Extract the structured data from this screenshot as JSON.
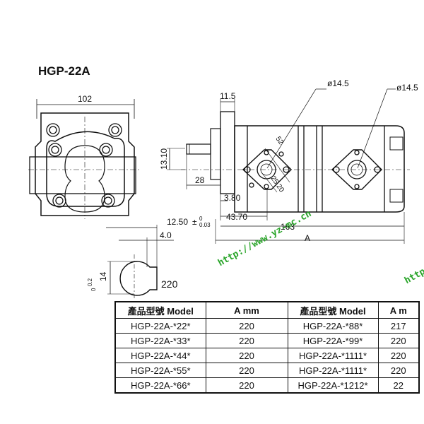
{
  "title": "HGP-22A",
  "dimensions": {
    "d102": "102",
    "d11_5": "11.5",
    "d13_10": "13.10",
    "d28": "28",
    "d3_80": "3.80",
    "d43_70": "43.70",
    "d163": "163",
    "dA": "A",
    "d12_50": "12.50",
    "d12_50_tol_upper": "0",
    "d12_50_tol_lower": "0.03",
    "d4_0": "4.0",
    "d14": "14",
    "d14_tol_upper": "0",
    "d14_tol_lower": "0.2",
    "dia_left": "ø14.5",
    "dia_right": "ø14.5",
    "d25_20": "25.20",
    "d52": "52",
    "d220": "220"
  },
  "watermark": "http://www.yz-mc.cn",
  "watermark_right_fragment": "http",
  "table": {
    "headers": [
      "產品型號 Model",
      "A mm",
      "產品型號 Model",
      "A m"
    ],
    "rows": [
      [
        "HGP-22A-*22*",
        "220",
        "HGP-22A-*88*",
        "217"
      ],
      [
        "HGP-22A-*33*",
        "220",
        "HGP-22A-*99*",
        "220"
      ],
      [
        "HGP-22A-*44*",
        "220",
        "HGP-22A-*1111*",
        "220"
      ],
      [
        "HGP-22A-*55*",
        "220",
        "HGP-22A-*1111*",
        "220"
      ],
      [
        "HGP-22A-*66*",
        "220",
        "HGP-22A-*1212*",
        "22"
      ]
    ]
  }
}
